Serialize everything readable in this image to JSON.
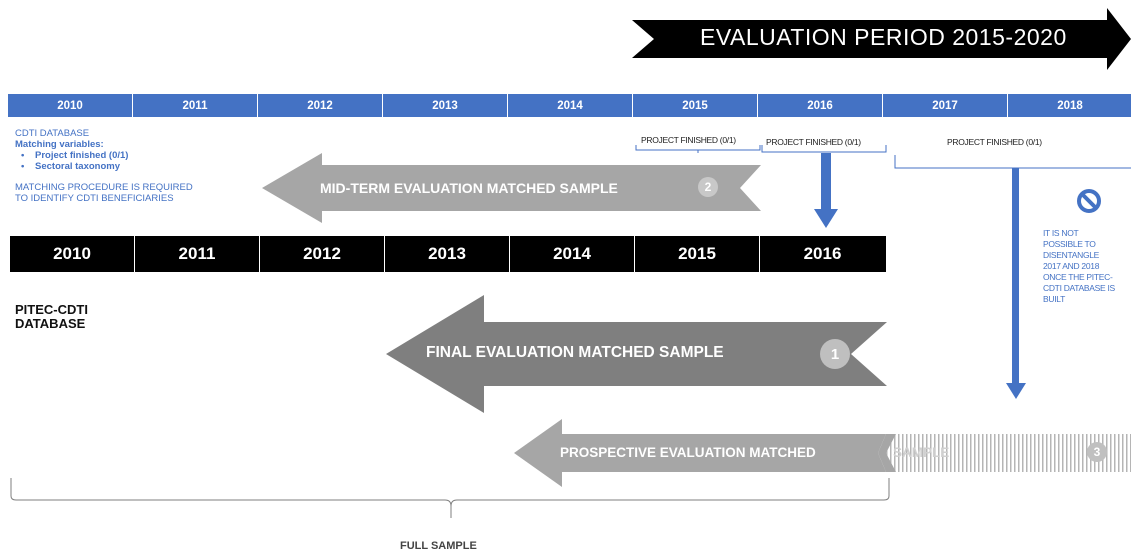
{
  "evaluation_period": {
    "title": "EVALUATION PERIOD 2015-2020"
  },
  "top_years": [
    "2010",
    "2011",
    "2012",
    "2013",
    "2014",
    "2015",
    "2016",
    "2017",
    "2018"
  ],
  "pitec_years": [
    "2010",
    "2011",
    "2012",
    "2013",
    "2014",
    "2015",
    "2016"
  ],
  "cdti_block": {
    "title": "CDTI DATABASE",
    "matching_label": "Matching variables:",
    "items": [
      {
        "bullet": "•",
        "text": "Project finished (0/1)"
      },
      {
        "bullet": "•",
        "text": "Sectoral taxonomy"
      }
    ],
    "procedure_line1": "MATCHING PROCEDURE  IS REQUIRED",
    "procedure_line2": "TO IDENTIFY CDTI BENEFICIARIES"
  },
  "project_finished": [
    "PROJECT FINISHED (0/1)",
    "PROJECT FINISHED (0/1)",
    "PROJECT FINISHED (0/1)"
  ],
  "pitec_database": {
    "line1": "PITEC-CDTI",
    "line2": "DATABASE"
  },
  "arrows": {
    "mid_term": {
      "label": "MID-TERM EVALUATION MATCHED SAMPLE",
      "number": "2"
    },
    "final": {
      "label": "FINAL EVALUATION MATCHED SAMPLE",
      "number": "1"
    },
    "prospective": {
      "label": "PROSPECTIVE EVALUATION MATCHED",
      "label_tail": "SAMPLE",
      "number": "3"
    }
  },
  "not_possible": {
    "lines": [
      "IT IS NOT",
      "POSSIBLE TO",
      "DISENTANGLE",
      "2017 AND 2018",
      "ONCE THE PITEC-",
      "CDTI DATABASE IS",
      "BUILT"
    ]
  },
  "full_sample": "FULL SAMPLE",
  "colors": {
    "blue": "#4472c4",
    "gray_arrow": "#7f7f7f",
    "light_gray_arrow": "#a6a6a6",
    "mid_gray_arrow": "#a6a6a6",
    "black": "#000000"
  }
}
